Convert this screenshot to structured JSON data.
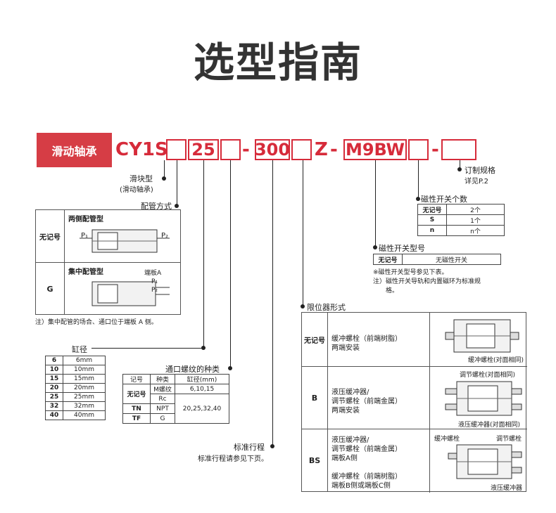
{
  "title": "选型指南",
  "badge": "滑动轴承",
  "code": {
    "series": "CY1S",
    "bore": "25",
    "stroke": "300",
    "z": "Z",
    "switch": "M9BW",
    "dash": "-"
  },
  "labels": {
    "slider_type": "滑块型",
    "slider_sub": "(滑动轴承)",
    "piping": "配管方式",
    "custom": "订制规格",
    "custom_sub": "详见P.2",
    "switch_count": "磁性开关个数",
    "switch_model": "磁性开关型号",
    "bore_title": "缸径",
    "thread_title": "通口螺纹的种类",
    "stroke_title": "标准行程",
    "stroke_sub": "标准行程请参见下页。",
    "limit_title": "限位器形式"
  },
  "piping_rows": [
    {
      "code": "无记号",
      "name": "两侧配管型",
      "p1": "P₁",
      "p2": "P₂"
    },
    {
      "code": "G",
      "name": "集中配管型",
      "end": "端板A",
      "p1": "P₁",
      "p2": "P₂"
    }
  ],
  "piping_note": "注）集中配管的场合、通口位于端板 A 侧。",
  "switch_count_rows": [
    {
      "code": "无记号",
      "val": "2个"
    },
    {
      "code": "S",
      "val": "1个"
    },
    {
      "code": "n",
      "val": "n个"
    }
  ],
  "switch_model_row": {
    "code": "无记号",
    "val": "无磁性开关"
  },
  "switch_notes": [
    "※磁性开关型号参见下表。",
    "注）磁性开关导轨和内置磁环为标准规",
    "格。"
  ],
  "bore_rows": [
    {
      "code": "6",
      "val": "6mm"
    },
    {
      "code": "10",
      "val": "10mm"
    },
    {
      "code": "15",
      "val": "15mm"
    },
    {
      "code": "20",
      "val": "20mm"
    },
    {
      "code": "25",
      "val": "25mm"
    },
    {
      "code": "32",
      "val": "32mm"
    },
    {
      "code": "40",
      "val": "40mm"
    }
  ],
  "thread_table": {
    "headers": [
      "记号",
      "种类",
      "缸径(mm)"
    ],
    "r1_code": "无记号",
    "r1_type": "M螺纹",
    "r1_bore": "6,10,15",
    "r2_type": "Rc",
    "r3_code": "TN",
    "r3_type": "NPT",
    "r34_bore": "20,25,32,40",
    "r4_code": "TF",
    "r4_type": "G"
  },
  "limit_rows": [
    {
      "code": "无记号",
      "desc": [
        "缓冲螺栓（前端树脂）",
        "两端安装"
      ],
      "cap1": "缓冲螺栓(对面相同)"
    },
    {
      "code": "B",
      "desc": [
        "液压缓冲器/",
        "调节螺栓（前端金属）",
        "两端安装"
      ],
      "cap1": "调节螺栓(对面相同)",
      "cap2": "液压缓冲器(对面相同)"
    },
    {
      "code": "BS",
      "desc": [
        "液压缓冲器/",
        "调节螺栓（前端金属）",
        "端板A侧",
        "",
        "缓冲螺栓（前端树脂）",
        "端板B侧或端板C侧"
      ],
      "cap1": "缓冲螺栓",
      "cap2": "调节螺栓",
      "cap3": "液压缓冲器"
    }
  ]
}
